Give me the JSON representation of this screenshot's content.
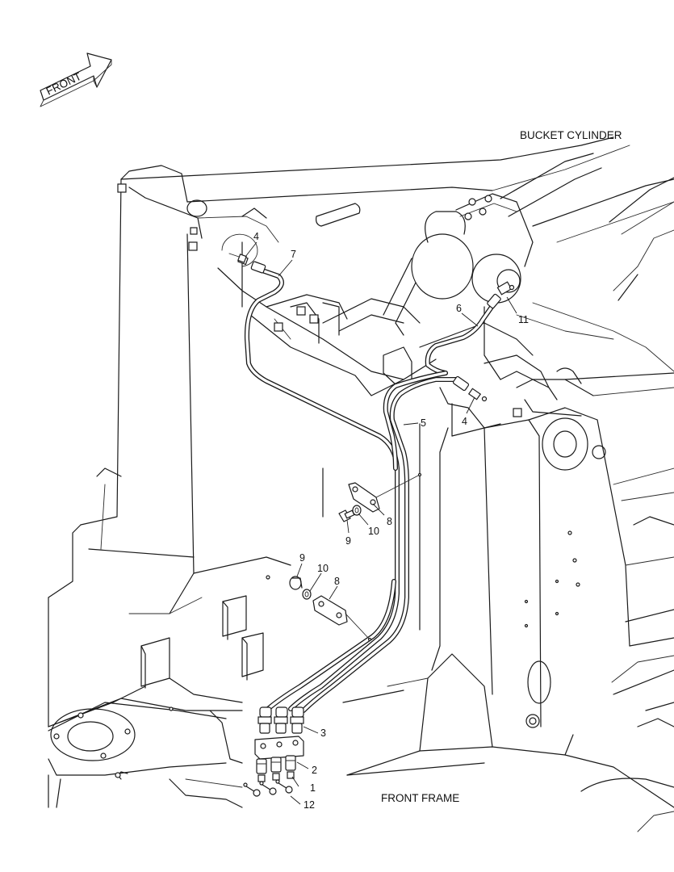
{
  "direction_arrow": {
    "label": "FRONT",
    "icon": "front-direction-arrow-icon"
  },
  "captions": {
    "bucket_cylinder": "BUCKET CYLINDER",
    "front_frame": "FRONT FRAME"
  },
  "callouts": [
    "4",
    "7",
    "6",
    "11",
    "4",
    "5",
    "8",
    "9",
    "10",
    "9",
    "10",
    "8",
    "3",
    "2",
    "1",
    "12"
  ]
}
